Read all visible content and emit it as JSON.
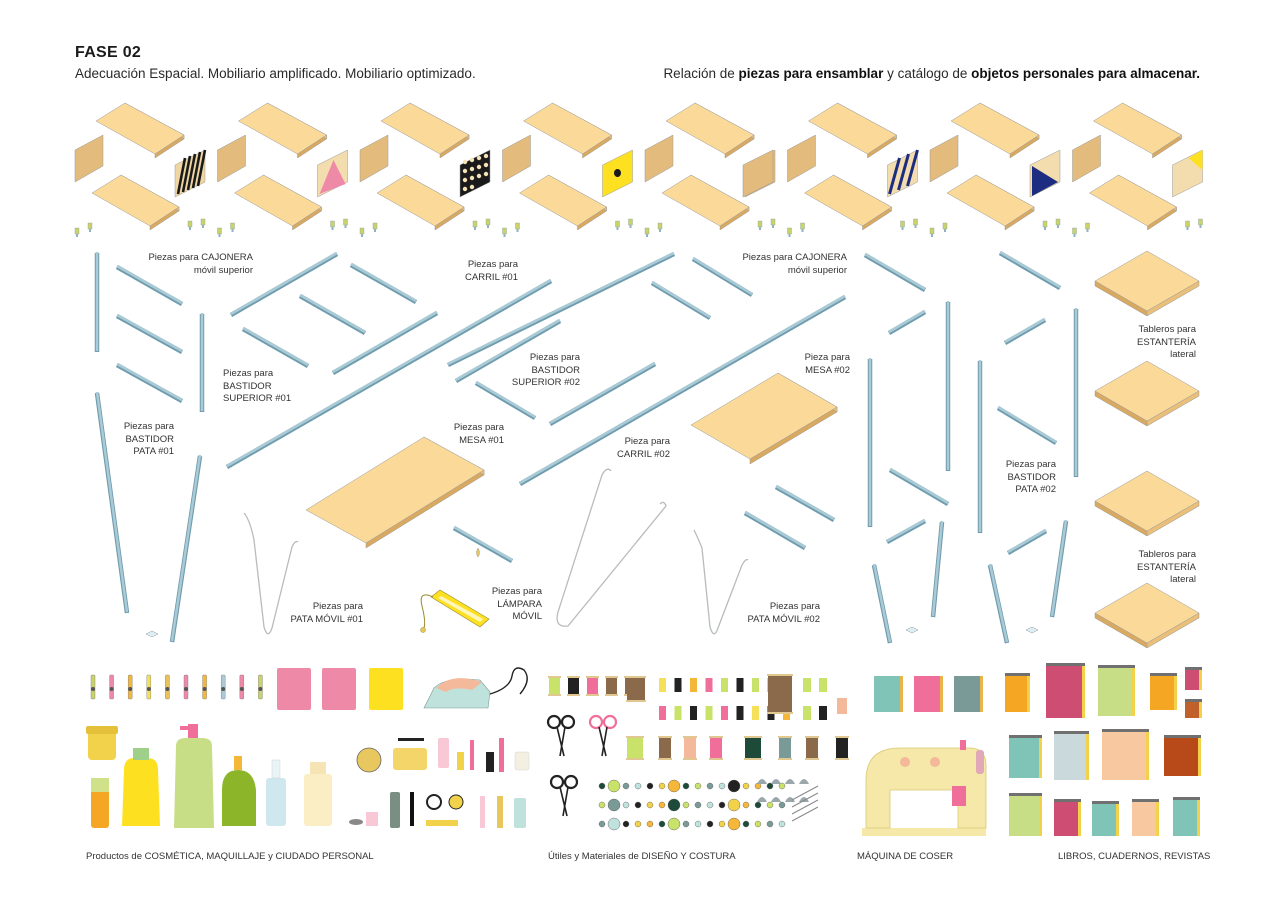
{
  "header": {
    "title": "FASE 02",
    "subtitle": "Adecuación Espacial. Mobiliario amplificado. Mobiliario optimizado.",
    "right_prefix": "Relación de ",
    "right_bold1": "piezas para ensamblar",
    "right_mid": " y catálogo de ",
    "right_bold2": "objetos personales para almacenar."
  },
  "colors": {
    "wood_top": "#fbd998",
    "wood_side": "#d9a960",
    "rod_light": "#aacbd6",
    "rod_dark": "#6f9cae",
    "outline": "#9a9a9a",
    "pink": "#ee8aa8",
    "yellow": "#fde121",
    "blue_dark": "#1c2c80",
    "mint": "#bfe3dc"
  },
  "labels": {
    "cajonera1": [
      "Piezas para CAJONERA",
      "móvil superior"
    ],
    "carril1": [
      "Piezas para",
      "CARRIL #01"
    ],
    "cajonera2": [
      "Piezas para CAJONERA",
      "móvil superior"
    ],
    "bastidor_sup1": [
      "Piezas para",
      "BASTIDOR",
      "SUPERIOR #01"
    ],
    "bastidor_sup2": [
      "Piezas para",
      "BASTIDOR",
      "SUPERIOR #02"
    ],
    "mesa2": [
      "Pieza para",
      "MESA #02"
    ],
    "tableros1": [
      "Tableros para",
      "ESTANTERÍA",
      "lateral"
    ],
    "bastidor_pata1": [
      "Piezas para",
      "BASTIDOR",
      "PATA #01"
    ],
    "mesa1": [
      "Piezas para",
      "MESA #01"
    ],
    "carril2": [
      "Pieza para",
      "CARRIL #02"
    ],
    "bastidor_pata2": [
      "Piezas para",
      "BASTIDOR",
      "PATA #02"
    ],
    "tableros2": [
      "Tableros para",
      "ESTANTERÍA",
      "lateral"
    ],
    "lampara": [
      "Piezas para",
      "LÁMPARA",
      "MÓVIL"
    ],
    "pata_movil1": [
      "Piezas para",
      "PATA MÓVIL #01"
    ],
    "pata_movil2": [
      "Piezas para",
      "PATA MÓVIL #02"
    ]
  },
  "categories": [
    "Productos de COSMÉTICA, MAQUILLAJE y CIUDADO PERSONAL",
    "Útiles y Materiales de DISEÑO Y COSTURA",
    "MÁQUINA DE COSER",
    "LIBROS, CUADERNOS, REVISTAS"
  ],
  "drawer_patterns": [
    "zebra",
    "pink-triangle",
    "leopard",
    "yellow-dot",
    "none",
    "navy-stripes",
    "navy-triangle",
    "yellow-triangle"
  ]
}
